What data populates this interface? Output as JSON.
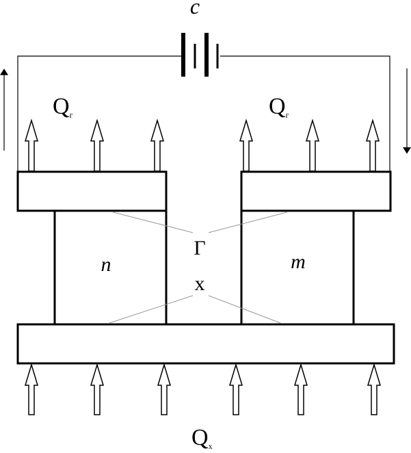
{
  "labels": {
    "battery": "c",
    "left_element": "n",
    "right_element": "m",
    "hot_junction": "Г",
    "cold_junction": "х",
    "heat_out_left": {
      "main": "Q",
      "sub": "г"
    },
    "heat_out_right": {
      "main": "Q",
      "sub": "г"
    },
    "heat_in_bottom": {
      "main": "Q",
      "sub": "х"
    }
  },
  "colors": {
    "stroke": "#000000",
    "thin_line": "#999999",
    "background": "#ffffff"
  },
  "icons": {
    "arrows": "hollow-arrow-icon",
    "current_arrows": "line-arrow-icon",
    "battery": "battery-icon"
  }
}
